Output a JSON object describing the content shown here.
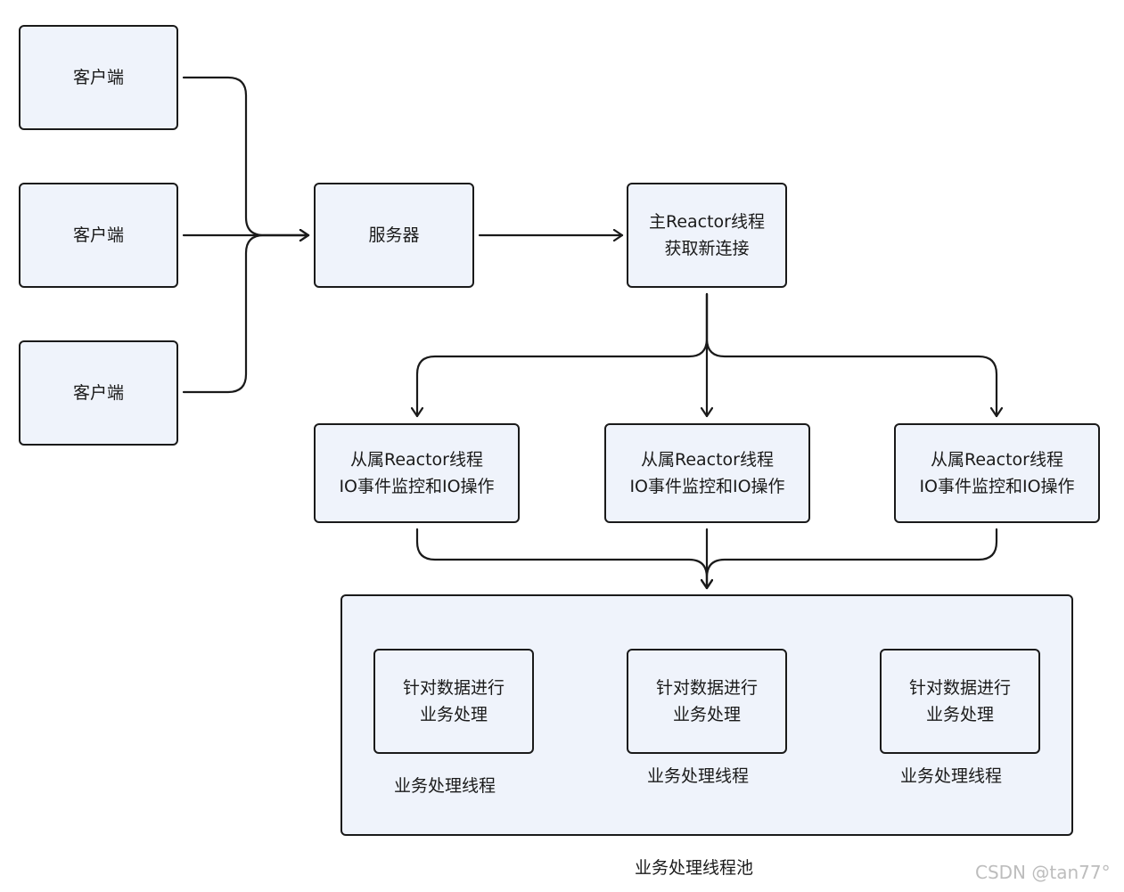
{
  "clients": [
    {
      "label": "客户端"
    },
    {
      "label": "客户端"
    },
    {
      "label": "客户端"
    }
  ],
  "server": {
    "label": "服务器"
  },
  "main_reactor": {
    "line1": "主Reactor线程",
    "line2": "获取新连接"
  },
  "sub_reactors": [
    {
      "line1": "从属Reactor线程",
      "line2": "IO事件监控和IO操作"
    },
    {
      "line1": "从属Reactor线程",
      "line2": "IO事件监控和IO操作"
    },
    {
      "line1": "从属Reactor线程",
      "line2": "IO事件监控和IO操作"
    }
  ],
  "workers": [
    {
      "line1": "针对数据进行",
      "line2": "业务处理",
      "caption": "业务处理线程"
    },
    {
      "line1": "针对数据进行",
      "line2": "业务处理",
      "caption": "业务处理线程"
    },
    {
      "line1": "针对数据进行",
      "line2": "业务处理",
      "caption": "业务处理线程"
    }
  ],
  "pool": {
    "caption": "业务处理线程池"
  },
  "watermark": "CSDN @tan77°",
  "colors": {
    "node_fill": "#eff3fb",
    "stroke": "#1a1a1a",
    "watermark": "#bdbdbd"
  }
}
